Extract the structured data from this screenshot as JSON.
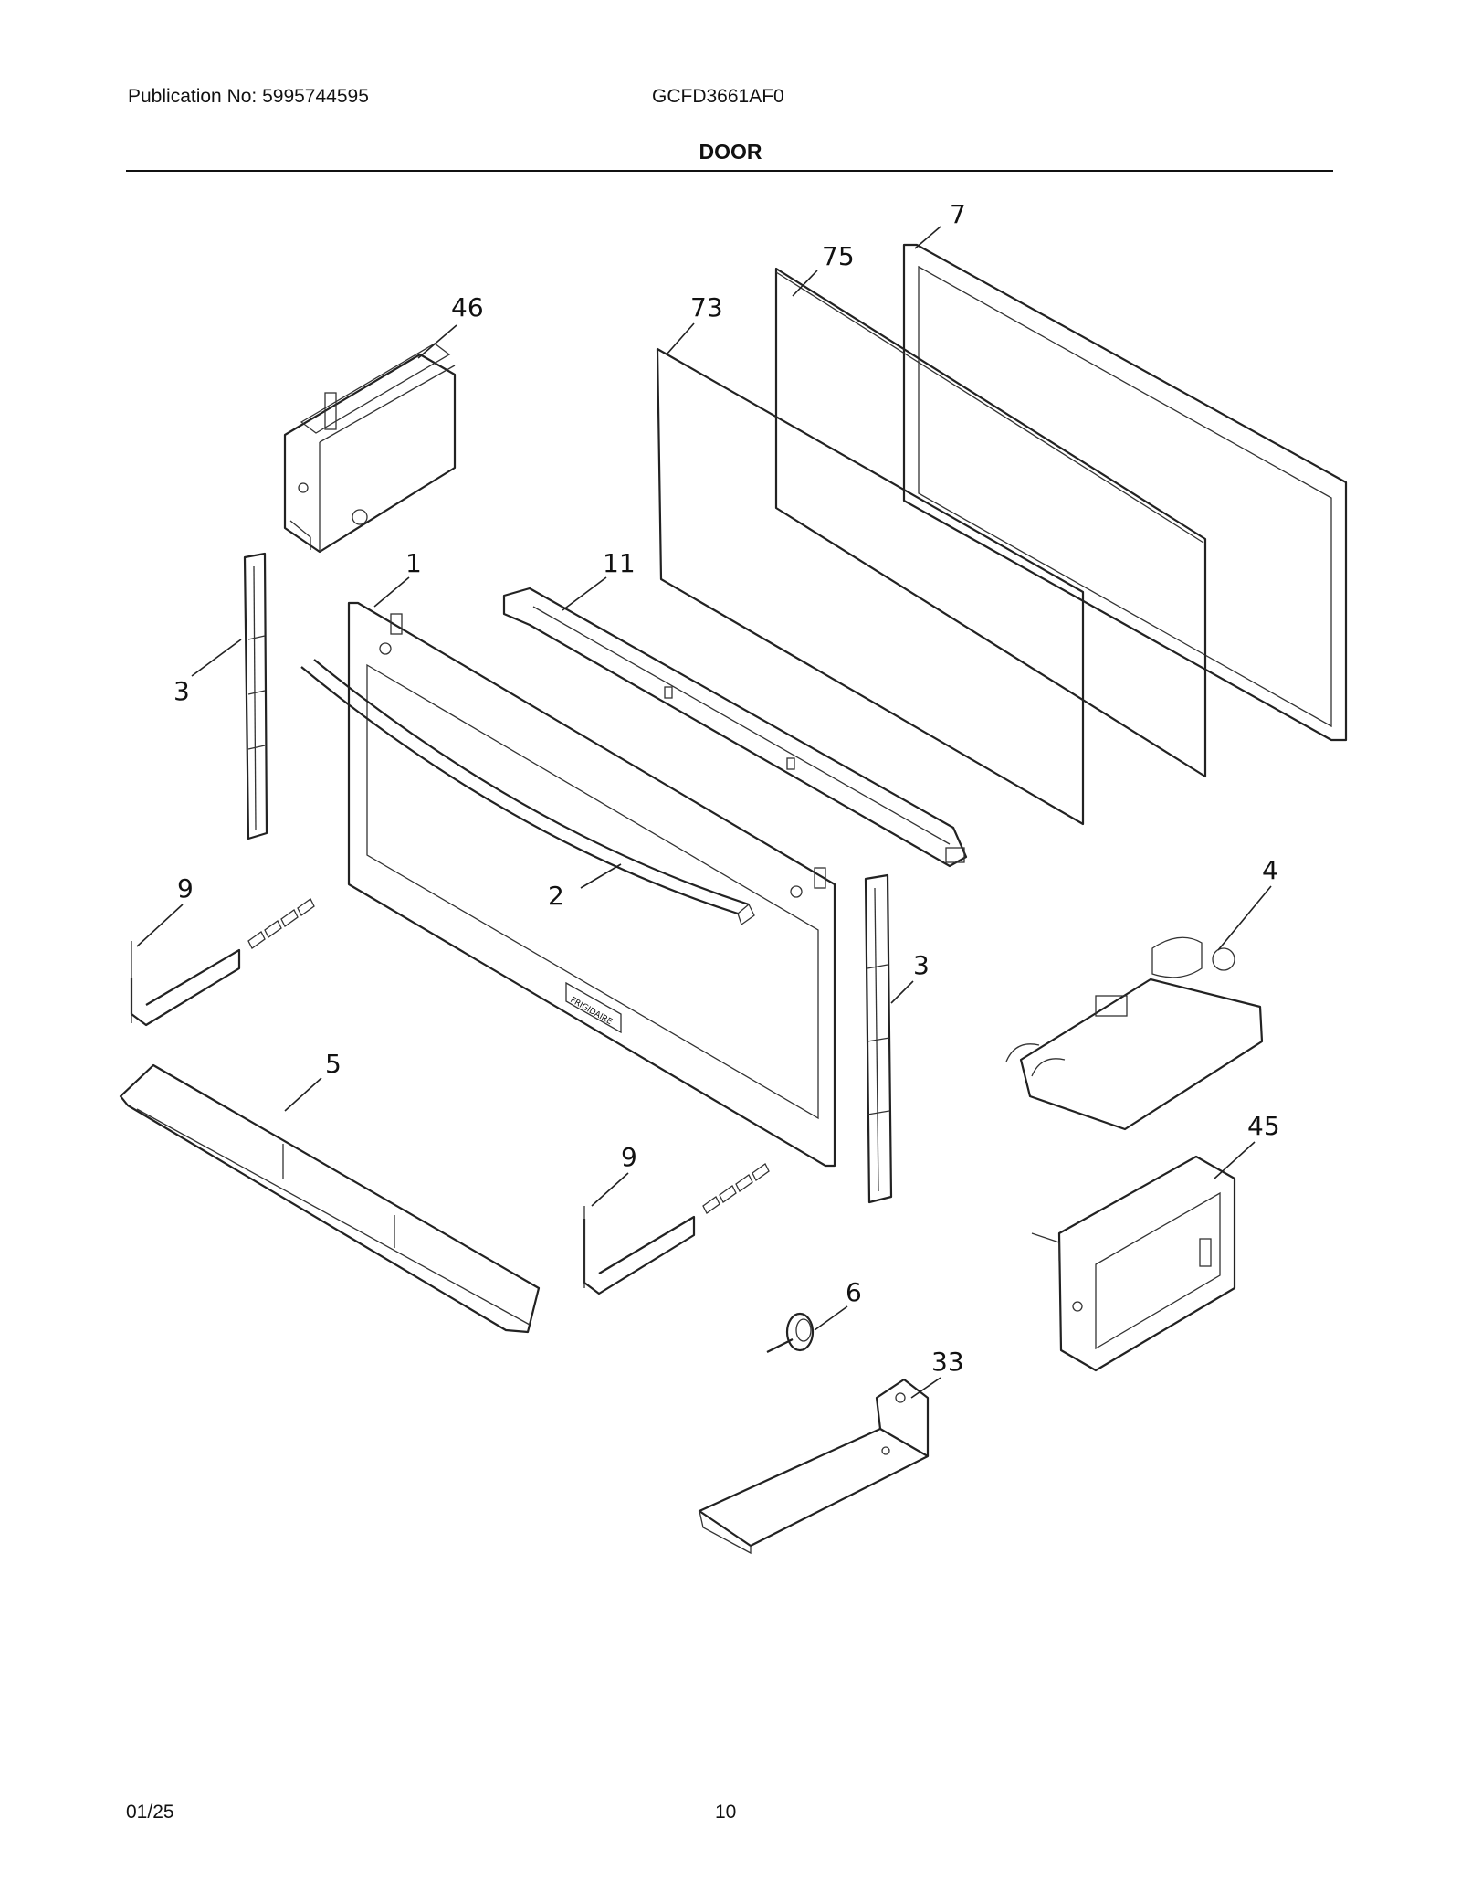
{
  "header": {
    "publication": "Publication No: 5995744595",
    "model": "GCFD3661AF0",
    "section_title": "DOOR"
  },
  "footer": {
    "date": "01/25",
    "page_number": "10"
  },
  "callouts": {
    "p7": "7",
    "p75": "75",
    "p73": "73",
    "p46": "46",
    "p1": "1",
    "p11": "11",
    "p3a": "3",
    "p3b": "3",
    "p2": "2",
    "p4": "4",
    "p9a": "9",
    "p9b": "9",
    "p5": "5",
    "p45": "45",
    "p6": "6",
    "p33": "33"
  },
  "panel_badge": "FRIGIDAIRE"
}
